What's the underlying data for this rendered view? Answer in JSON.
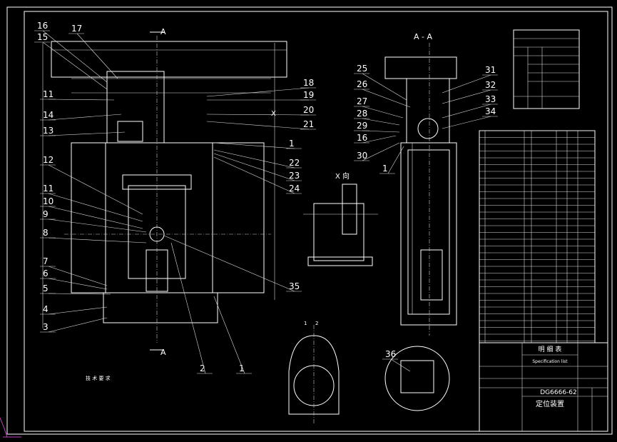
{
  "drawing": {
    "title": "定位装置",
    "drawing_number": "DG6666-62",
    "parts_list_title": "明 细 表",
    "parts_list_subtitle": "Specification list",
    "tech_requirements_title": "技 术 要 求",
    "section_label_left": "A",
    "section_view_label": "A - A",
    "view_x_label": "X 向",
    "x_marker": "X",
    "detail_label": "I",
    "colors": {
      "background": "#000000",
      "lines": "#ffffff",
      "ucs_icon": "#c040c0"
    }
  },
  "callouts_main": [
    "16",
    "15",
    "17",
    "11",
    "14",
    "13",
    "12",
    "11",
    "10",
    "9",
    "8",
    "7",
    "6",
    "5",
    "4",
    "3",
    "2",
    "1",
    "18",
    "19",
    "20",
    "21",
    "1",
    "22",
    "23",
    "24",
    "35"
  ],
  "callouts_section": [
    "25",
    "26",
    "27",
    "28",
    "29",
    "16",
    "30",
    "1",
    "31",
    "32",
    "33",
    "34",
    "36"
  ],
  "detail_numbers": [
    "1",
    "2"
  ]
}
